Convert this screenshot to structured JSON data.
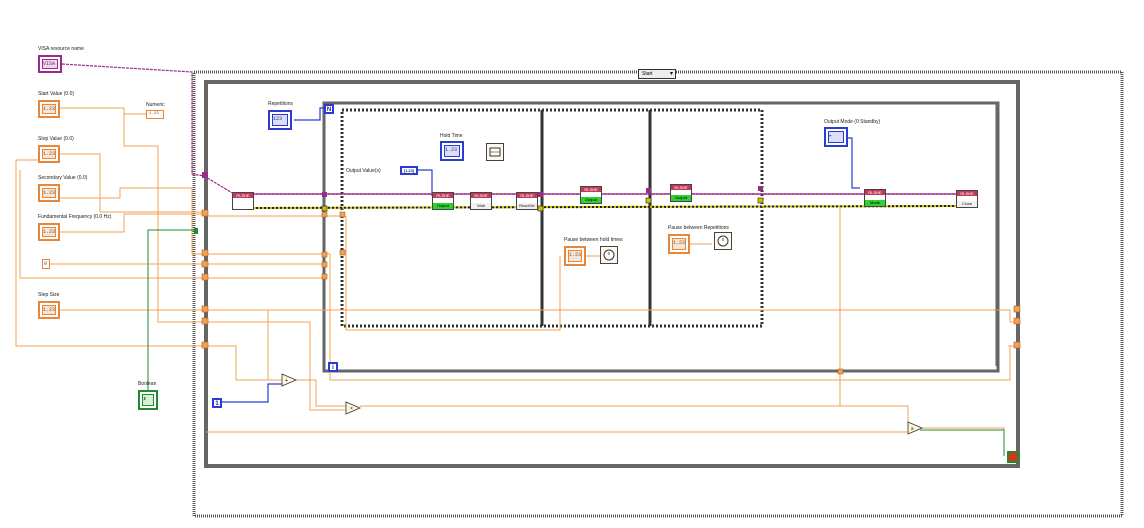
{
  "window": {
    "title": "VI block diagram"
  },
  "case_selector": {
    "value": "Start"
  },
  "controls": {
    "visa_resource": {
      "label": "VISA resource name",
      "tag": "VISA"
    },
    "start_value": {
      "label": "Start Value (0.0)",
      "tag": "1.23"
    },
    "stop_value": {
      "label": "Stop Value (0.0)",
      "tag": "1.23"
    },
    "secondary_value": {
      "label": "Secondary Value (0.0)",
      "tag": "1.23"
    },
    "fundamental_frequency": {
      "label": "Fundamental Frequency (0.0 Hz)",
      "tag": "1.23"
    },
    "constant_zero": {
      "tag": "0"
    },
    "step_size": {
      "label": "Step Size",
      "tag": "1.23"
    },
    "boolean": {
      "label": "Boolean"
    },
    "numeric_indicator": {
      "label": "Numeric",
      "tag": "1.23"
    },
    "repetitions": {
      "label": "Repetitions",
      "tag": "123"
    },
    "hold_time": {
      "label": "Hold Time",
      "tag": "1.23"
    },
    "output_values": {
      "label": "Output Value(s)"
    },
    "array_const": {
      "tag": "[1.23]"
    },
    "pause_hold": {
      "label": "Pause between hold times",
      "tag": "1.23"
    },
    "pause_reps": {
      "label": "Pause between Repetitions",
      "tag": "1.23"
    },
    "output_mode": {
      "label": "Output Mode (0 Standby)"
    },
    "loop_count_n": {
      "tag": "N"
    },
    "loop_index_i": {
      "tag": "i"
    },
    "constant_one": {
      "tag": "1"
    }
  },
  "subvis": {
    "init": {
      "head": "RLSHE"
    },
    "write1": {
      "head": "RLSHE",
      "foot": "Output"
    },
    "wait": {
      "head": "RLSHE",
      "foot": "Wait"
    },
    "write2": {
      "head": "RLSHE",
      "foot": "Read/Wr"
    },
    "set1": {
      "head": "RLSHE",
      "foot": "Output"
    },
    "set2": {
      "head": "RLSHE",
      "foot": "Output"
    },
    "mode": {
      "head": "RLSHE",
      "foot": "Mode"
    },
    "close": {
      "head": "RLSHE",
      "foot": "Close"
    }
  },
  "colors": {
    "orange_wire": "#f0a254",
    "purple_wire": "#9b2a8a",
    "blue_wire": "#2a3dd0",
    "green_wire": "#1e8c2c",
    "error_wire": "#c9c200",
    "frame": "#555555"
  }
}
